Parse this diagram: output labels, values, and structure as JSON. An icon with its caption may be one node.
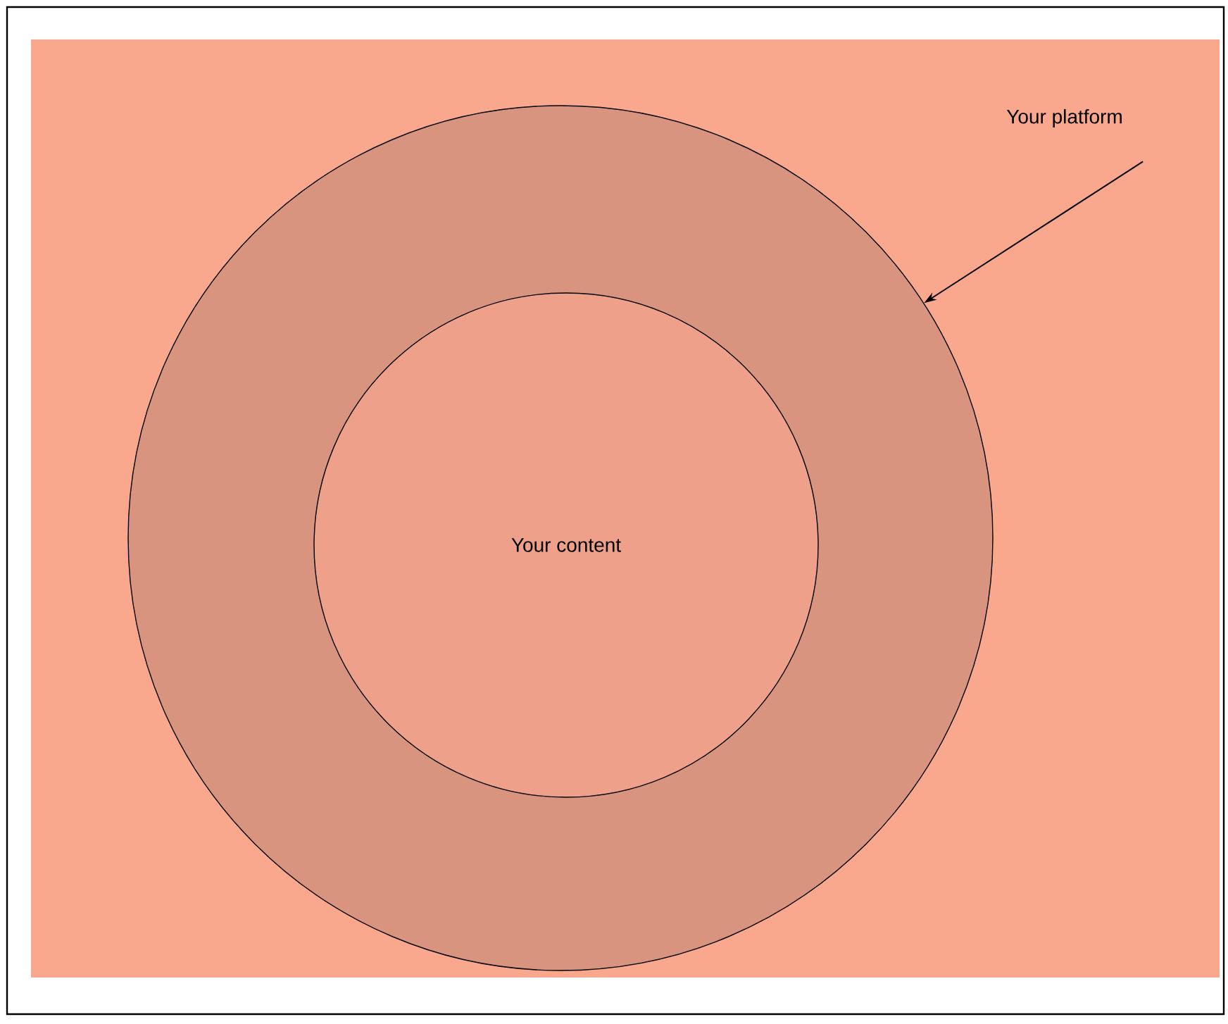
{
  "diagram": {
    "nodes": [
      {
        "text": [],
        "shape": "circle"
      },
      {
        "text": [
          "Your content"
        ],
        "in": 0
      },
      {
        "text": [
          "Your platform"
        ]
      }
    ],
    "edges": [
      {
        "from": 2,
        "to": 0,
        "arrow": "to"
      }
    ]
  }
}
